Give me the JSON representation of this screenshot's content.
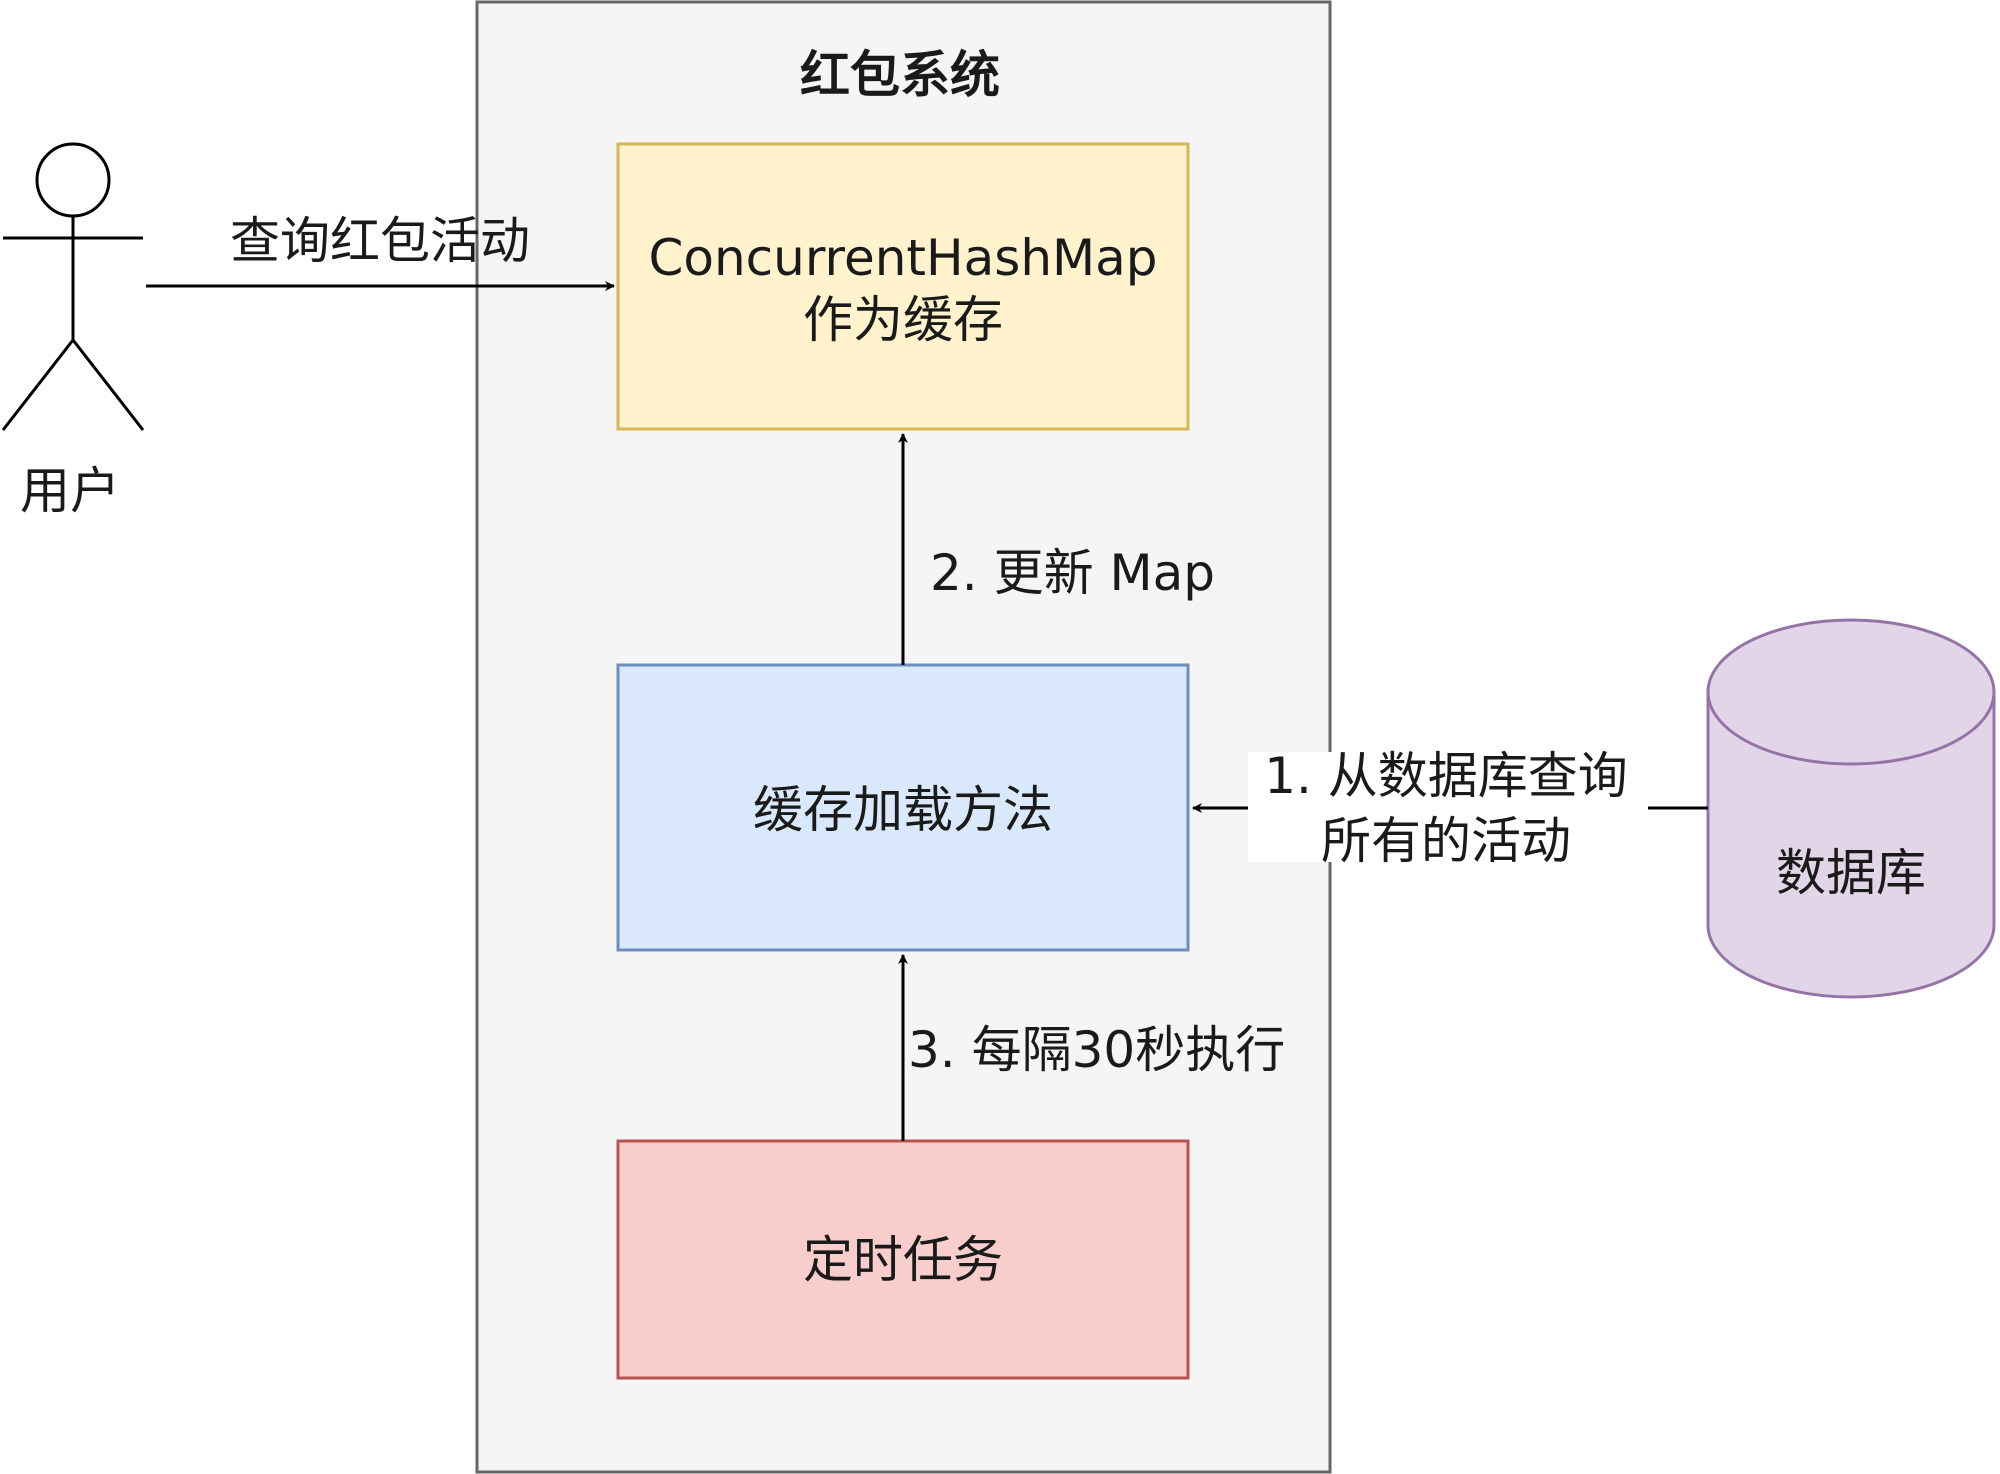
{
  "system": {
    "title": "红包系统"
  },
  "actor": {
    "label": "用户"
  },
  "nodes": {
    "cache": {
      "line1": "ConcurrentHashMap",
      "line2": "作为缓存"
    },
    "loader": {
      "label": "缓存加载方法"
    },
    "timer": {
      "label": "定时任务"
    },
    "database": {
      "label": "数据库"
    }
  },
  "edges": {
    "query_activity": "查询红包活动",
    "update_map": "2. 更新 Map",
    "every_30s": "3. 每隔30秒执行",
    "load_from_db": {
      "line1": "1. 从数据库查询",
      "line2": "所有的活动"
    }
  },
  "colors": {
    "system_fill": "#f5f5f5",
    "system_stroke": "#666666",
    "cache_fill": "#fff2cc",
    "cache_stroke": "#d6b656",
    "loader_fill": "#dae8fc",
    "loader_stroke": "#6c8ebf",
    "timer_fill": "#f8cecc",
    "timer_stroke": "#b85450",
    "db_fill": "#e1d5e7",
    "db_stroke": "#9673a6"
  }
}
